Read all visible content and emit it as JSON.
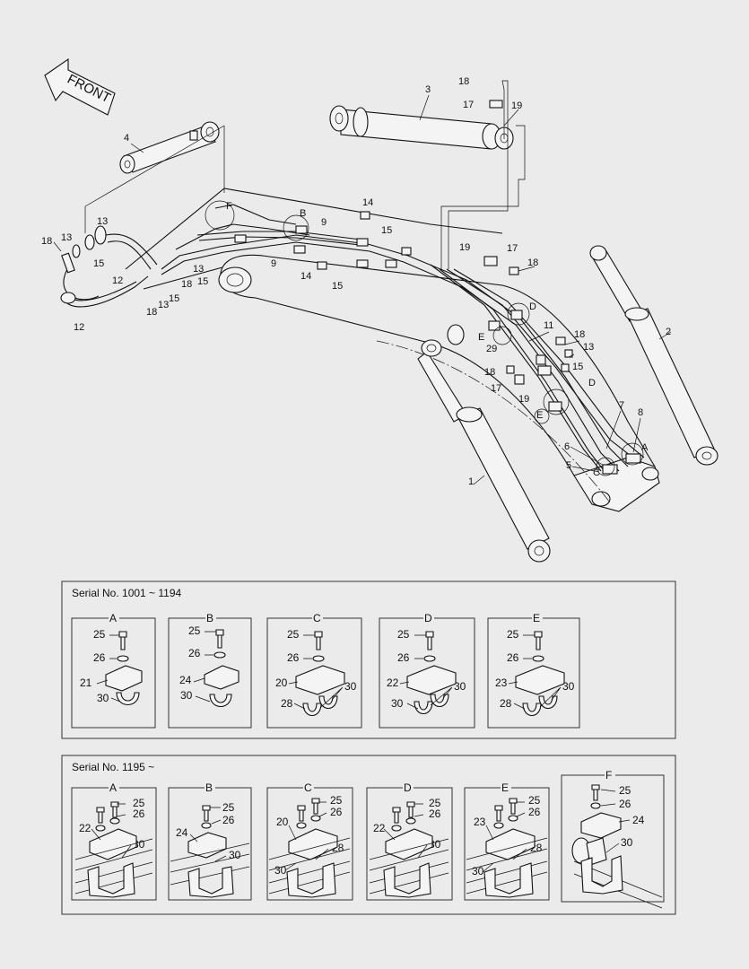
{
  "front_label": "FRONT",
  "callouts": {
    "c1": "1",
    "c2": "2",
    "c3": "3",
    "c4": "4",
    "c5": "5",
    "c6": "6",
    "c7": "7",
    "c8": "8",
    "c9a": "9",
    "c9b": "9",
    "c11": "11",
    "c12a": "12",
    "c12b": "12",
    "c13a": "13",
    "c13b": "13",
    "c13c": "13",
    "c13d": "13",
    "c13e": "13",
    "c14a": "14",
    "c14b": "14",
    "c15a": "15",
    "c15b": "15",
    "c15c": "15",
    "c15d": "15",
    "c15e": "15",
    "c15f": "15",
    "c17a": "17",
    "c17b": "17",
    "c17c": "17",
    "c18a": "18",
    "c18b": "18",
    "c18c": "18",
    "c18d": "18",
    "c18e": "18",
    "c18f": "18",
    "c18g": "18",
    "c19a": "19",
    "c19b": "19",
    "c19c": "19",
    "c29": "29"
  },
  "view_markers": {
    "A1": "A",
    "B1": "B",
    "C1": "C",
    "D1": "D",
    "D2": "D",
    "E1": "E",
    "E2": "E",
    "F1": "F"
  },
  "serial_1": {
    "title": "Serial No. 1001 ~ 1194",
    "details": [
      {
        "letter": "A",
        "bolt": "25",
        "washer": "26",
        "clamp": "21",
        "half": "30"
      },
      {
        "letter": "B",
        "bolt": "25",
        "washer": "26",
        "clamp": "24",
        "half": "30"
      },
      {
        "letter": "C",
        "bolt": "25",
        "washer": "26",
        "clamp": "20",
        "half_a": "28",
        "half_b": "30"
      },
      {
        "letter": "D",
        "bolt": "25",
        "washer": "26",
        "clamp": "22",
        "half_a": "30",
        "half_b": "30"
      },
      {
        "letter": "E",
        "bolt": "25",
        "washer": "26",
        "clamp": "23",
        "half_a": "28",
        "half_b": "30"
      }
    ]
  },
  "serial_2": {
    "title": "Serial No. 1195 ~",
    "details": [
      {
        "letter": "A",
        "bolt": "25",
        "washer": "26",
        "clamp": "22",
        "half": "30"
      },
      {
        "letter": "B",
        "bolt": "25",
        "washer": "26",
        "clamp": "24",
        "half": "30"
      },
      {
        "letter": "C",
        "bolt": "25",
        "washer": "26",
        "clamp": "20",
        "half_a": "28",
        "half_b": "30"
      },
      {
        "letter": "D",
        "bolt": "25",
        "washer": "26",
        "clamp": "22",
        "half": "30"
      },
      {
        "letter": "E",
        "bolt": "25",
        "washer": "26",
        "clamp": "23",
        "half_a": "28",
        "half_b": "30"
      },
      {
        "letter": "F",
        "bolt": "25",
        "washer": "26",
        "clamp": "24",
        "half": "30"
      }
    ]
  }
}
